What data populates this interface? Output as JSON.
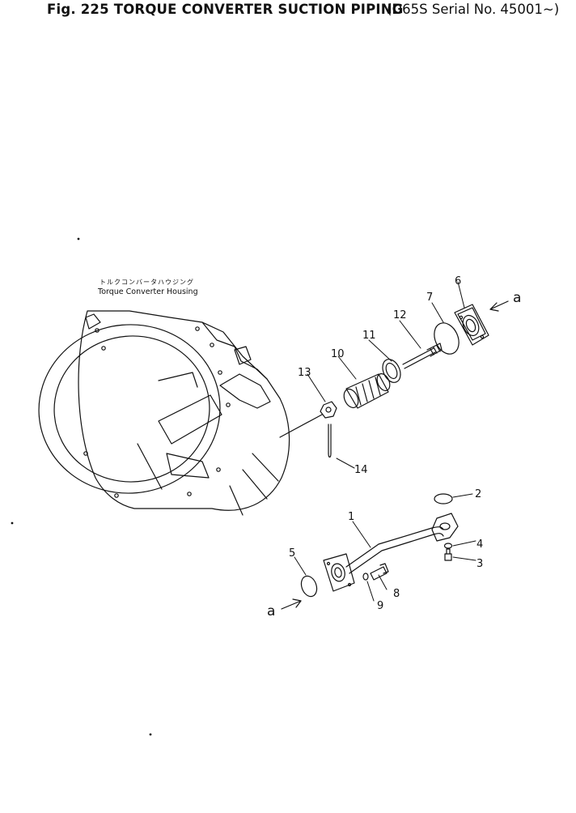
{
  "figure": {
    "title": "Fig. 225  TORQUE CONVERTER SUCTION PIPING",
    "serial_note": "(D65S Serial No. 45001~)"
  },
  "housing_label": {
    "japanese": "トルクコンバータハウジング",
    "english": "Torque Converter Housing"
  },
  "callouts": {
    "c1": "1",
    "c2": "2",
    "c3": "3",
    "c4": "4",
    "c5": "5",
    "c6": "6",
    "c7": "7",
    "c8": "8",
    "c9": "9",
    "c10": "10",
    "c11": "11",
    "c12": "12",
    "c13": "13",
    "c14": "14"
  },
  "view_marks": {
    "top": "a",
    "bottom": "a"
  }
}
